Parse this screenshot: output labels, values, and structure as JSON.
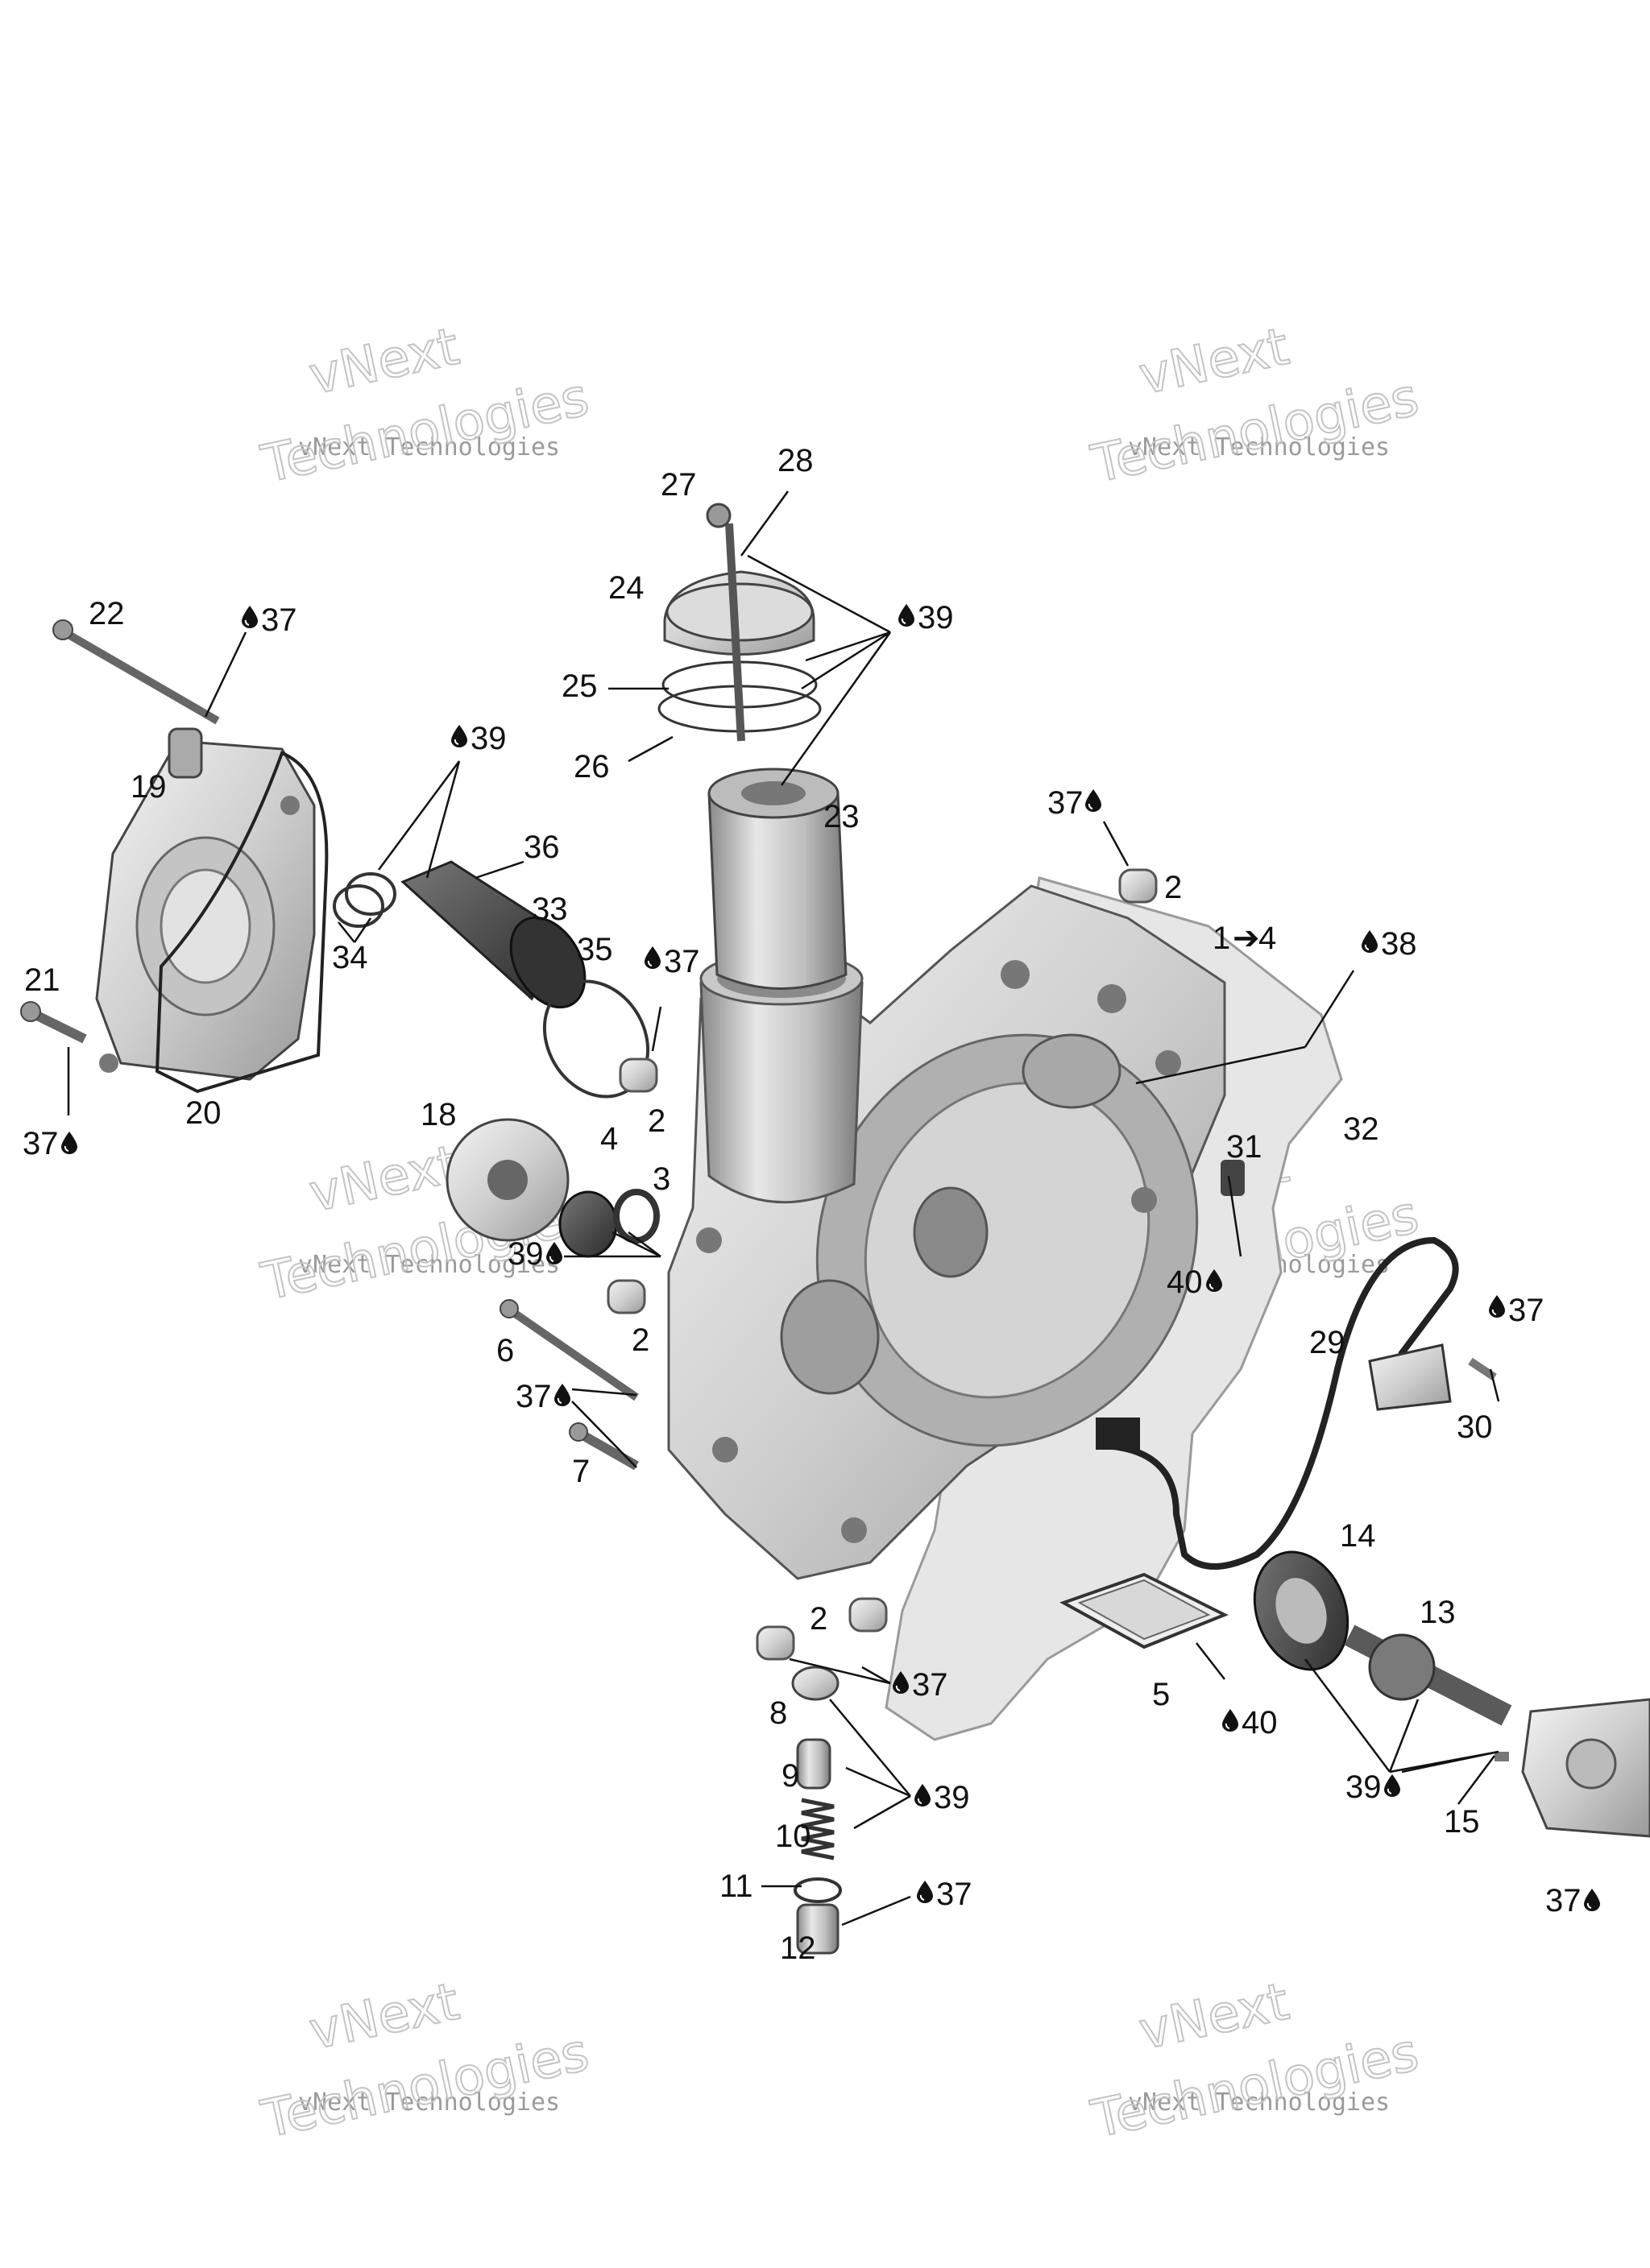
{
  "watermark": {
    "line1": "vNext",
    "line2": "vNext Technologies",
    "line3": "Technologies"
  },
  "drop_icon": "oil-drop-icon",
  "arrow_icon": "right-arrow-icon",
  "callouts": {
    "c1_4": "1",
    "c1_4_end": "4",
    "c2a": "2",
    "c2b": "2",
    "c2c": "2",
    "c2d": "2",
    "c3": "3",
    "c4": "4",
    "c5": "5",
    "c6": "6",
    "c7": "7",
    "c8": "8",
    "c9": "9",
    "c10": "10",
    "c11": "11",
    "c12": "12",
    "c13": "13",
    "c14": "14",
    "c15": "15",
    "c18": "18",
    "c19": "19",
    "c20": "20",
    "c21": "21",
    "c22": "22",
    "c23": "23",
    "c24": "24",
    "c25": "25",
    "c26": "26",
    "c27": "27",
    "c28": "28",
    "c29": "29",
    "c30": "30",
    "c31": "31",
    "c32": "32",
    "c33": "33",
    "c34": "34",
    "c35": "35",
    "c36": "36"
  },
  "lubricants": {
    "l37a": "37",
    "l37b": "37",
    "l37c": "37",
    "l37d": "37",
    "l37e": "37",
    "l37f": "37",
    "l37g": "37",
    "l37h": "37",
    "l37i": "37",
    "l38": "38",
    "l39a": "39",
    "l39b": "39",
    "l39c": "39",
    "l39d": "39",
    "l39e": "39",
    "l40a": "40",
    "l40b": "40"
  }
}
